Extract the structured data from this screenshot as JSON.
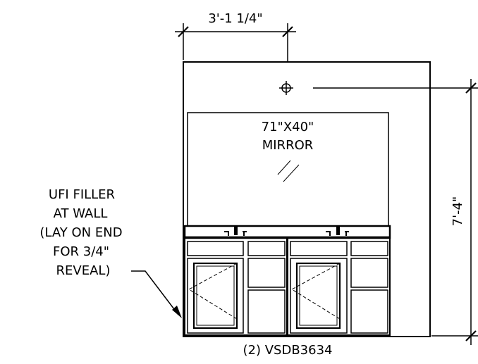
{
  "dimensions": {
    "top_width": "3'-1 1/4\"",
    "right_height": "7'-4\""
  },
  "mirror": {
    "line1": "71\"X40\"",
    "line2": "MIRROR"
  },
  "filler_note": {
    "lines": [
      "UFI FILLER",
      "AT WALL",
      "(LAY ON END",
      "FOR 3/4\"",
      "REVEAL)"
    ]
  },
  "caption": "(2) VSDB3634"
}
